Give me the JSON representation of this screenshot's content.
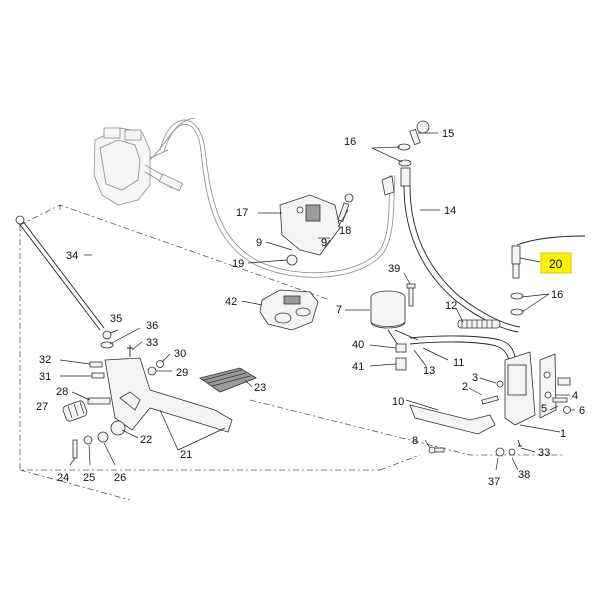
{
  "colors": {
    "highlight_box": "#fff200",
    "line": "#222222",
    "ghost": "#8a8a8a",
    "background": "#ffffff"
  },
  "highlighted_part": "20",
  "labels": {
    "p1": "1",
    "p2": "2",
    "p3": "3",
    "p4": "4",
    "p5": "5",
    "p6": "6",
    "p7": "7",
    "p8": "8",
    "p9a": "9",
    "p9b": "9",
    "p10": "10",
    "p11": "11",
    "p12": "12",
    "p13": "13",
    "p14": "14",
    "p15": "15",
    "p16a": "16",
    "p16b": "16",
    "p17": "17",
    "p18": "18",
    "p19": "19",
    "p20": "20",
    "p21": "21",
    "p22": "22",
    "p23": "23",
    "p24": "24",
    "p25": "25",
    "p26": "26",
    "p27": "27",
    "p28": "28",
    "p29": "29",
    "p30": "30",
    "p31": "31",
    "p32": "32",
    "p33a": "33",
    "p33b": "33",
    "p34": "34",
    "p35": "35",
    "p36": "36",
    "p37": "37",
    "p38": "38",
    "p39": "39",
    "p40": "40",
    "p41": "41",
    "p42": "42"
  }
}
